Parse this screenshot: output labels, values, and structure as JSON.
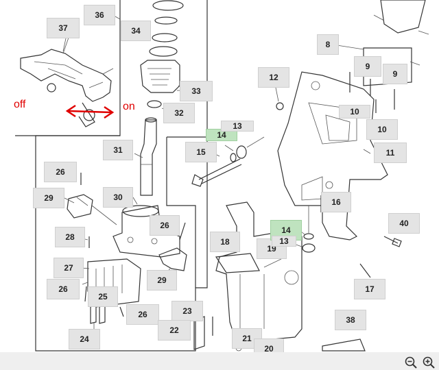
{
  "labels": {
    "off": "off",
    "on": "on"
  },
  "arrow_color": "#e00000",
  "callouts": [
    {
      "id": "c37",
      "text": "37"
    },
    {
      "id": "c36",
      "text": "36"
    },
    {
      "id": "c34",
      "text": "34"
    },
    {
      "id": "c33",
      "text": "33"
    },
    {
      "id": "c32",
      "text": "32"
    },
    {
      "id": "c31",
      "text": "31"
    },
    {
      "id": "c30",
      "text": "30"
    },
    {
      "id": "c29a",
      "text": "29"
    },
    {
      "id": "c29b",
      "text": "29"
    },
    {
      "id": "c28",
      "text": "28"
    },
    {
      "id": "c27",
      "text": "27"
    },
    {
      "id": "c26a",
      "text": "26"
    },
    {
      "id": "c26b",
      "text": "26"
    },
    {
      "id": "c26c",
      "text": "26"
    },
    {
      "id": "c26d",
      "text": "26"
    },
    {
      "id": "c25",
      "text": "25"
    },
    {
      "id": "c24",
      "text": "24"
    },
    {
      "id": "c23",
      "text": "23"
    },
    {
      "id": "c22",
      "text": "22"
    },
    {
      "id": "c21",
      "text": "21"
    },
    {
      "id": "c20",
      "text": "20"
    },
    {
      "id": "c19",
      "text": "19"
    },
    {
      "id": "c18",
      "text": "18"
    },
    {
      "id": "c17",
      "text": "17"
    },
    {
      "id": "c16",
      "text": "16"
    },
    {
      "id": "c15",
      "text": "15"
    },
    {
      "id": "c14a",
      "text": "14",
      "highlight": true
    },
    {
      "id": "c14b",
      "text": "14",
      "highlight": true
    },
    {
      "id": "c13a",
      "text": "13"
    },
    {
      "id": "c13b",
      "text": "13"
    },
    {
      "id": "c12",
      "text": "12"
    },
    {
      "id": "c11",
      "text": "11"
    },
    {
      "id": "c10a",
      "text": "10"
    },
    {
      "id": "c10b",
      "text": "10"
    },
    {
      "id": "c9a",
      "text": "9"
    },
    {
      "id": "c9b",
      "text": "9"
    },
    {
      "id": "c8",
      "text": "8"
    },
    {
      "id": "c38",
      "text": "38"
    },
    {
      "id": "c40",
      "text": "40"
    }
  ],
  "zoom": {
    "out_icon": "zoom-out-icon",
    "in_icon": "zoom-in-icon"
  }
}
